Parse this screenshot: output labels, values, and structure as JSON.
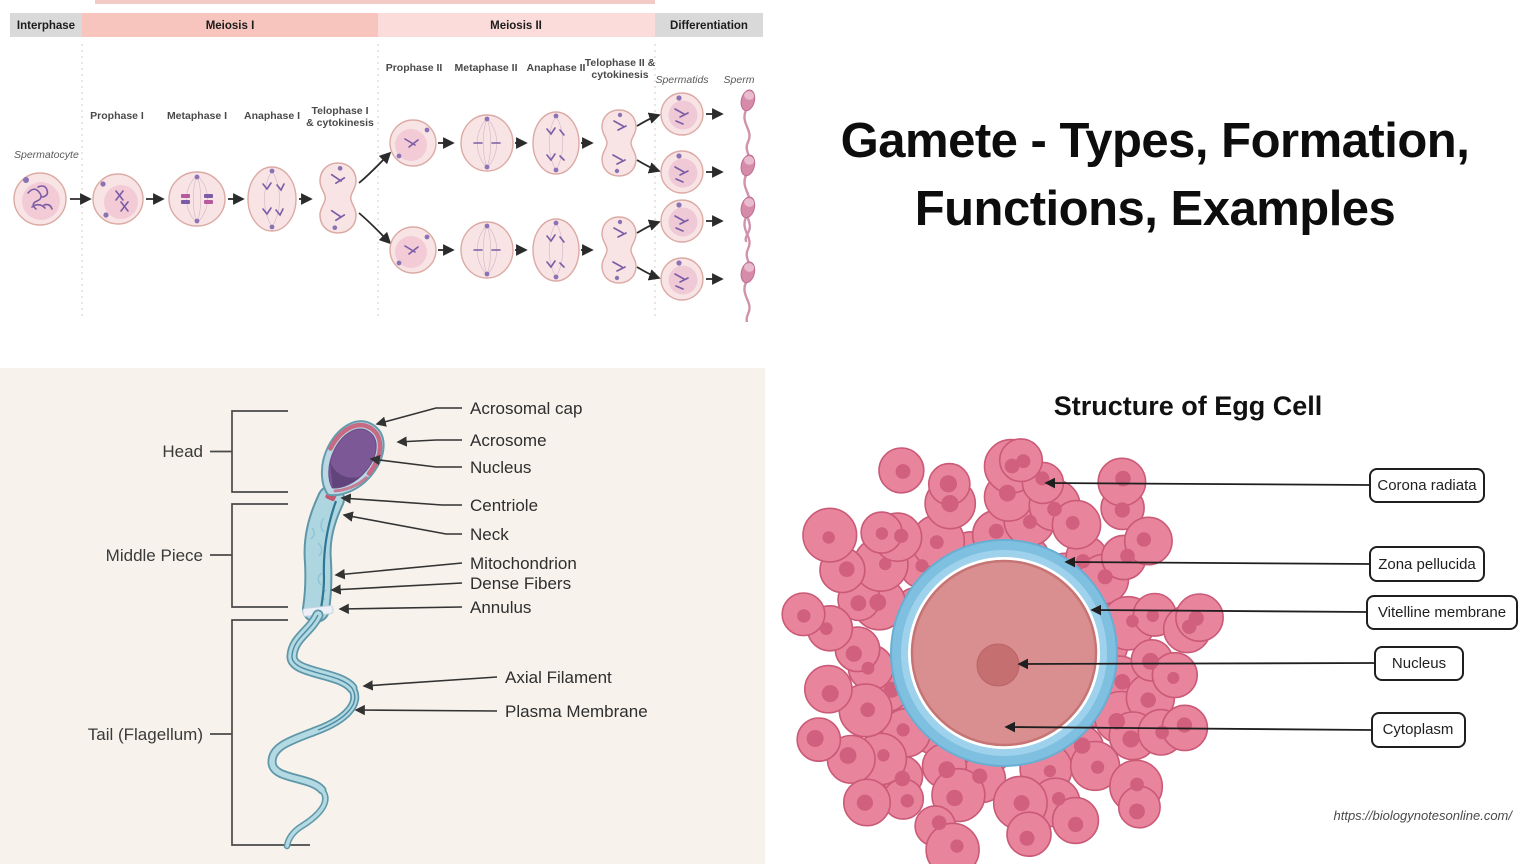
{
  "title_block": {
    "text": "Gamete - Types, Formation, Functions, Examples"
  },
  "meiosis_figure": {
    "phases": {
      "interphase": {
        "label": "Interphase",
        "bg": "#d9d9d9"
      },
      "meiosis_i": {
        "label": "Meiosis I",
        "bg": "#f8c5be"
      },
      "meiosis_ii": {
        "label": "Meiosis II",
        "bg": "#fbdcda"
      },
      "differentiation": {
        "label": "Differentiation",
        "bg": "#d9d9d9"
      }
    },
    "spermatocyte_label": "Spermatocyte",
    "meiosis_i_stages": {
      "prophase": "Prophase I",
      "metaphase": "Metaphase I",
      "anaphase": "Anaphase I",
      "telophase_line1": "Telophase I",
      "telophase_line2": "& cytokinesis"
    },
    "meiosis_ii_stages": {
      "prophase": "Prophase II",
      "metaphase": "Metaphase II",
      "anaphase": "Anaphase II",
      "telophase_line1": "Telophase II &",
      "telophase_line2": "cytokinesis"
    },
    "spermatids_label": "Spermatids",
    "sperm_label": "Sperm"
  },
  "sperm_figure": {
    "background": "#f7f3ec",
    "section_labels": {
      "head": "Head",
      "middle_piece": "Middle Piece",
      "tail": "Tail (Flagellum)"
    },
    "part_labels": [
      "Acrosomal cap",
      "Acrosome",
      "Nucleus",
      "Centriole",
      "Neck",
      "Mitochondrion",
      "Dense Fibers",
      "Annulus",
      "Axial Filament",
      "Plasma Membrane"
    ]
  },
  "egg_figure": {
    "title": "Structure of Egg Cell",
    "labels": [
      "Corona radiata",
      "Zona pellucida",
      "Vitelline membrane",
      "Nucleus",
      "Cytoplasm"
    ],
    "source_url": "https://biologynotesonline.com/",
    "colors": {
      "corona_cell": "#e8849c",
      "corona_cell_nucleus": "#d15f7e",
      "zona_pellucida": "#7fc0e0",
      "cytoplasm": "#d98f8f",
      "nucleus": "#c56f70"
    }
  }
}
